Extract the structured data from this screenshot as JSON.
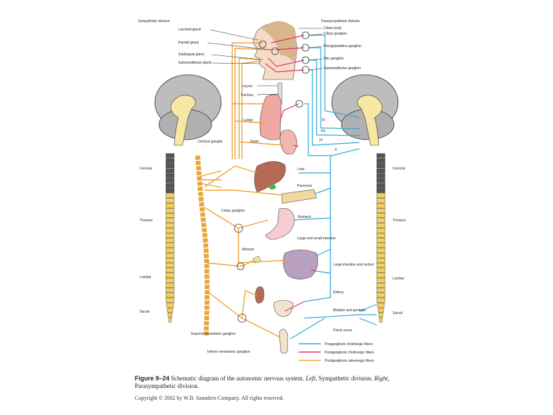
{
  "figure": {
    "divisions": {
      "left": "Sympathetic division",
      "right": "Parasympathetic division"
    },
    "left_labels": {
      "lacrimal": "Lacrimal gland",
      "parotid": "Parotid gland",
      "sublingual": "Sublingual gland",
      "submandibular": "Submandibular gland",
      "cervical_ganglia": "Cervical ganglia",
      "celiac": "Celiac ganglion",
      "adrenal": "Adrenal",
      "superior_mesenteric": "Superior mesenteric ganglion",
      "inferior_mesenteric": "Inferior mesenteric ganglion"
    },
    "center_labels": {
      "larynx": "Larynx",
      "trachea": "Trachea",
      "lungs": "Lungs",
      "heart": "Heart"
    },
    "right_labels": {
      "ciliary_body": "Ciliary body",
      "ciliary_ganglion": "Ciliary ganglion",
      "pterygopalatine": "Pterygopalatine ganglion",
      "otic": "Otic ganglion",
      "submandibular_ganglion": "Submandibular ganglion",
      "liver": "Liver",
      "pancreas": "Pancreas",
      "stomach": "Stomach",
      "intestine": "Large and small intestine",
      "rectum": "Large intestine and rectum",
      "kidney": "Kidney",
      "bladder": "Bladder and genitalia",
      "pelvic": "Pelvic nerve"
    },
    "cranial_nerves": [
      "III",
      "VII",
      "IX",
      "X"
    ],
    "spinal_regions": [
      "Cervical",
      "Thoracic",
      "Lumbar",
      "Sacral"
    ],
    "legend": [
      {
        "label": "Preganglionic cholinergic fibers",
        "color": "#2aa7d8"
      },
      {
        "label": "Postganglionic cholinergic fibers",
        "color": "#e0306a"
      },
      {
        "label": "Postganglionic adrenergic fibers",
        "color": "#f0a030"
      }
    ]
  },
  "caption": {
    "number": "Figure 9–24",
    "text1": " Schematic diagram of the autonomic nervous system. ",
    "left": "Left,",
    "text2": " Sympathetic division. ",
    "right": "Right,",
    "text3": " Parasympathetic division."
  },
  "copyright": "Copyright © 2002 by W.B. Saunders Company. All rights reserved."
}
